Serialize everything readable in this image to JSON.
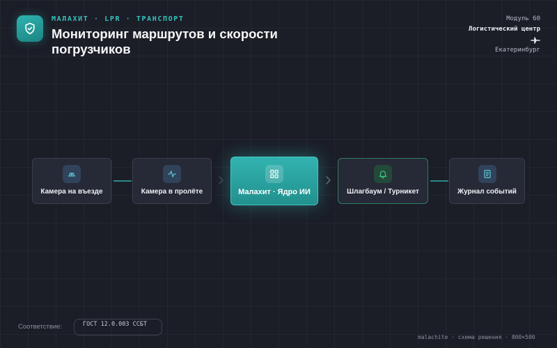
{
  "header": {
    "kicker": "МАЛАХИТ · LPR · ТРАНСПОРТ",
    "title": "Мониторинг маршрутов и скорости погрузчиков"
  },
  "meta": {
    "module": "Модуль 60",
    "center": "Логистический центр",
    "city": "Екатеринбург"
  },
  "flow": {
    "nodes": [
      {
        "label": "Камера на въезде",
        "icon": "camera-icon"
      },
      {
        "label": "Камера в пролёте",
        "icon": "activity-icon"
      },
      {
        "label": "Малахит · Ядро ИИ",
        "icon": "grid-icon"
      },
      {
        "label": "Шлагбаум / Турникет",
        "icon": "bell-icon"
      },
      {
        "label": "Журнал событий",
        "icon": "document-icon"
      }
    ]
  },
  "compliance": {
    "label": "Соответствие:",
    "standard": "ГОСТ 12.0.003 ССБТ"
  },
  "footer": {
    "text": "malachite · схема решения · 800×500"
  },
  "colors": {
    "accent": "#2fb3b0",
    "background": "#1b1d27",
    "node": "#262936",
    "gate_border": "#2f7d63"
  }
}
